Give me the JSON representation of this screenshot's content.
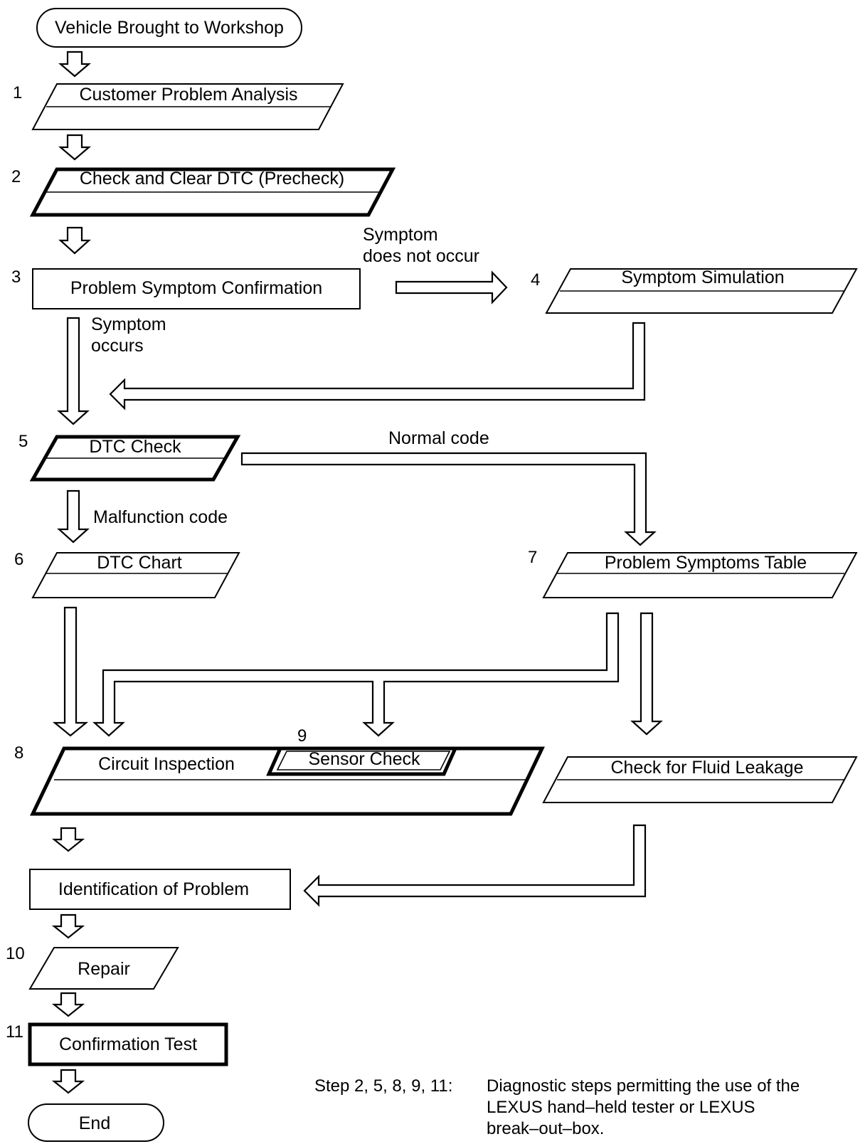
{
  "nodes": {
    "start": "Vehicle Brought to Workshop",
    "s1": "Customer Problem Analysis",
    "s2": "Check and Clear DTC (Precheck)",
    "s3": "Problem Symptom Confirmation",
    "s4": "Symptom Simulation",
    "s5": "DTC Check",
    "s6": "DTC Chart",
    "s7": "Problem Symptoms Table",
    "s8": "Circuit Inspection",
    "s9": "Sensor Check",
    "fluid": "Check for Fluid Leakage",
    "ident": "Identification of Problem",
    "s10": "Repair",
    "s11": "Confirmation Test",
    "end": "End"
  },
  "numbers": {
    "n1": "1",
    "n2": "2",
    "n3": "3",
    "n4": "4",
    "n5": "5",
    "n6": "6",
    "n7": "7",
    "n8": "8",
    "n9": "9",
    "n10": "10",
    "n11": "11"
  },
  "edge_labels": {
    "no_symptom_1": "Symptom",
    "no_symptom_2": "does not occur",
    "symptom_1": "Symptom",
    "symptom_2": "occurs",
    "normal": "Normal code",
    "malfunction": "Malfunction code"
  },
  "footnote": {
    "steps": "Step 2, 5, 8, 9, 11:",
    "line1": "Diagnostic steps permitting the use of the",
    "line2": "LEXUS hand–held tester or LEXUS",
    "line3": "break–out–box."
  }
}
